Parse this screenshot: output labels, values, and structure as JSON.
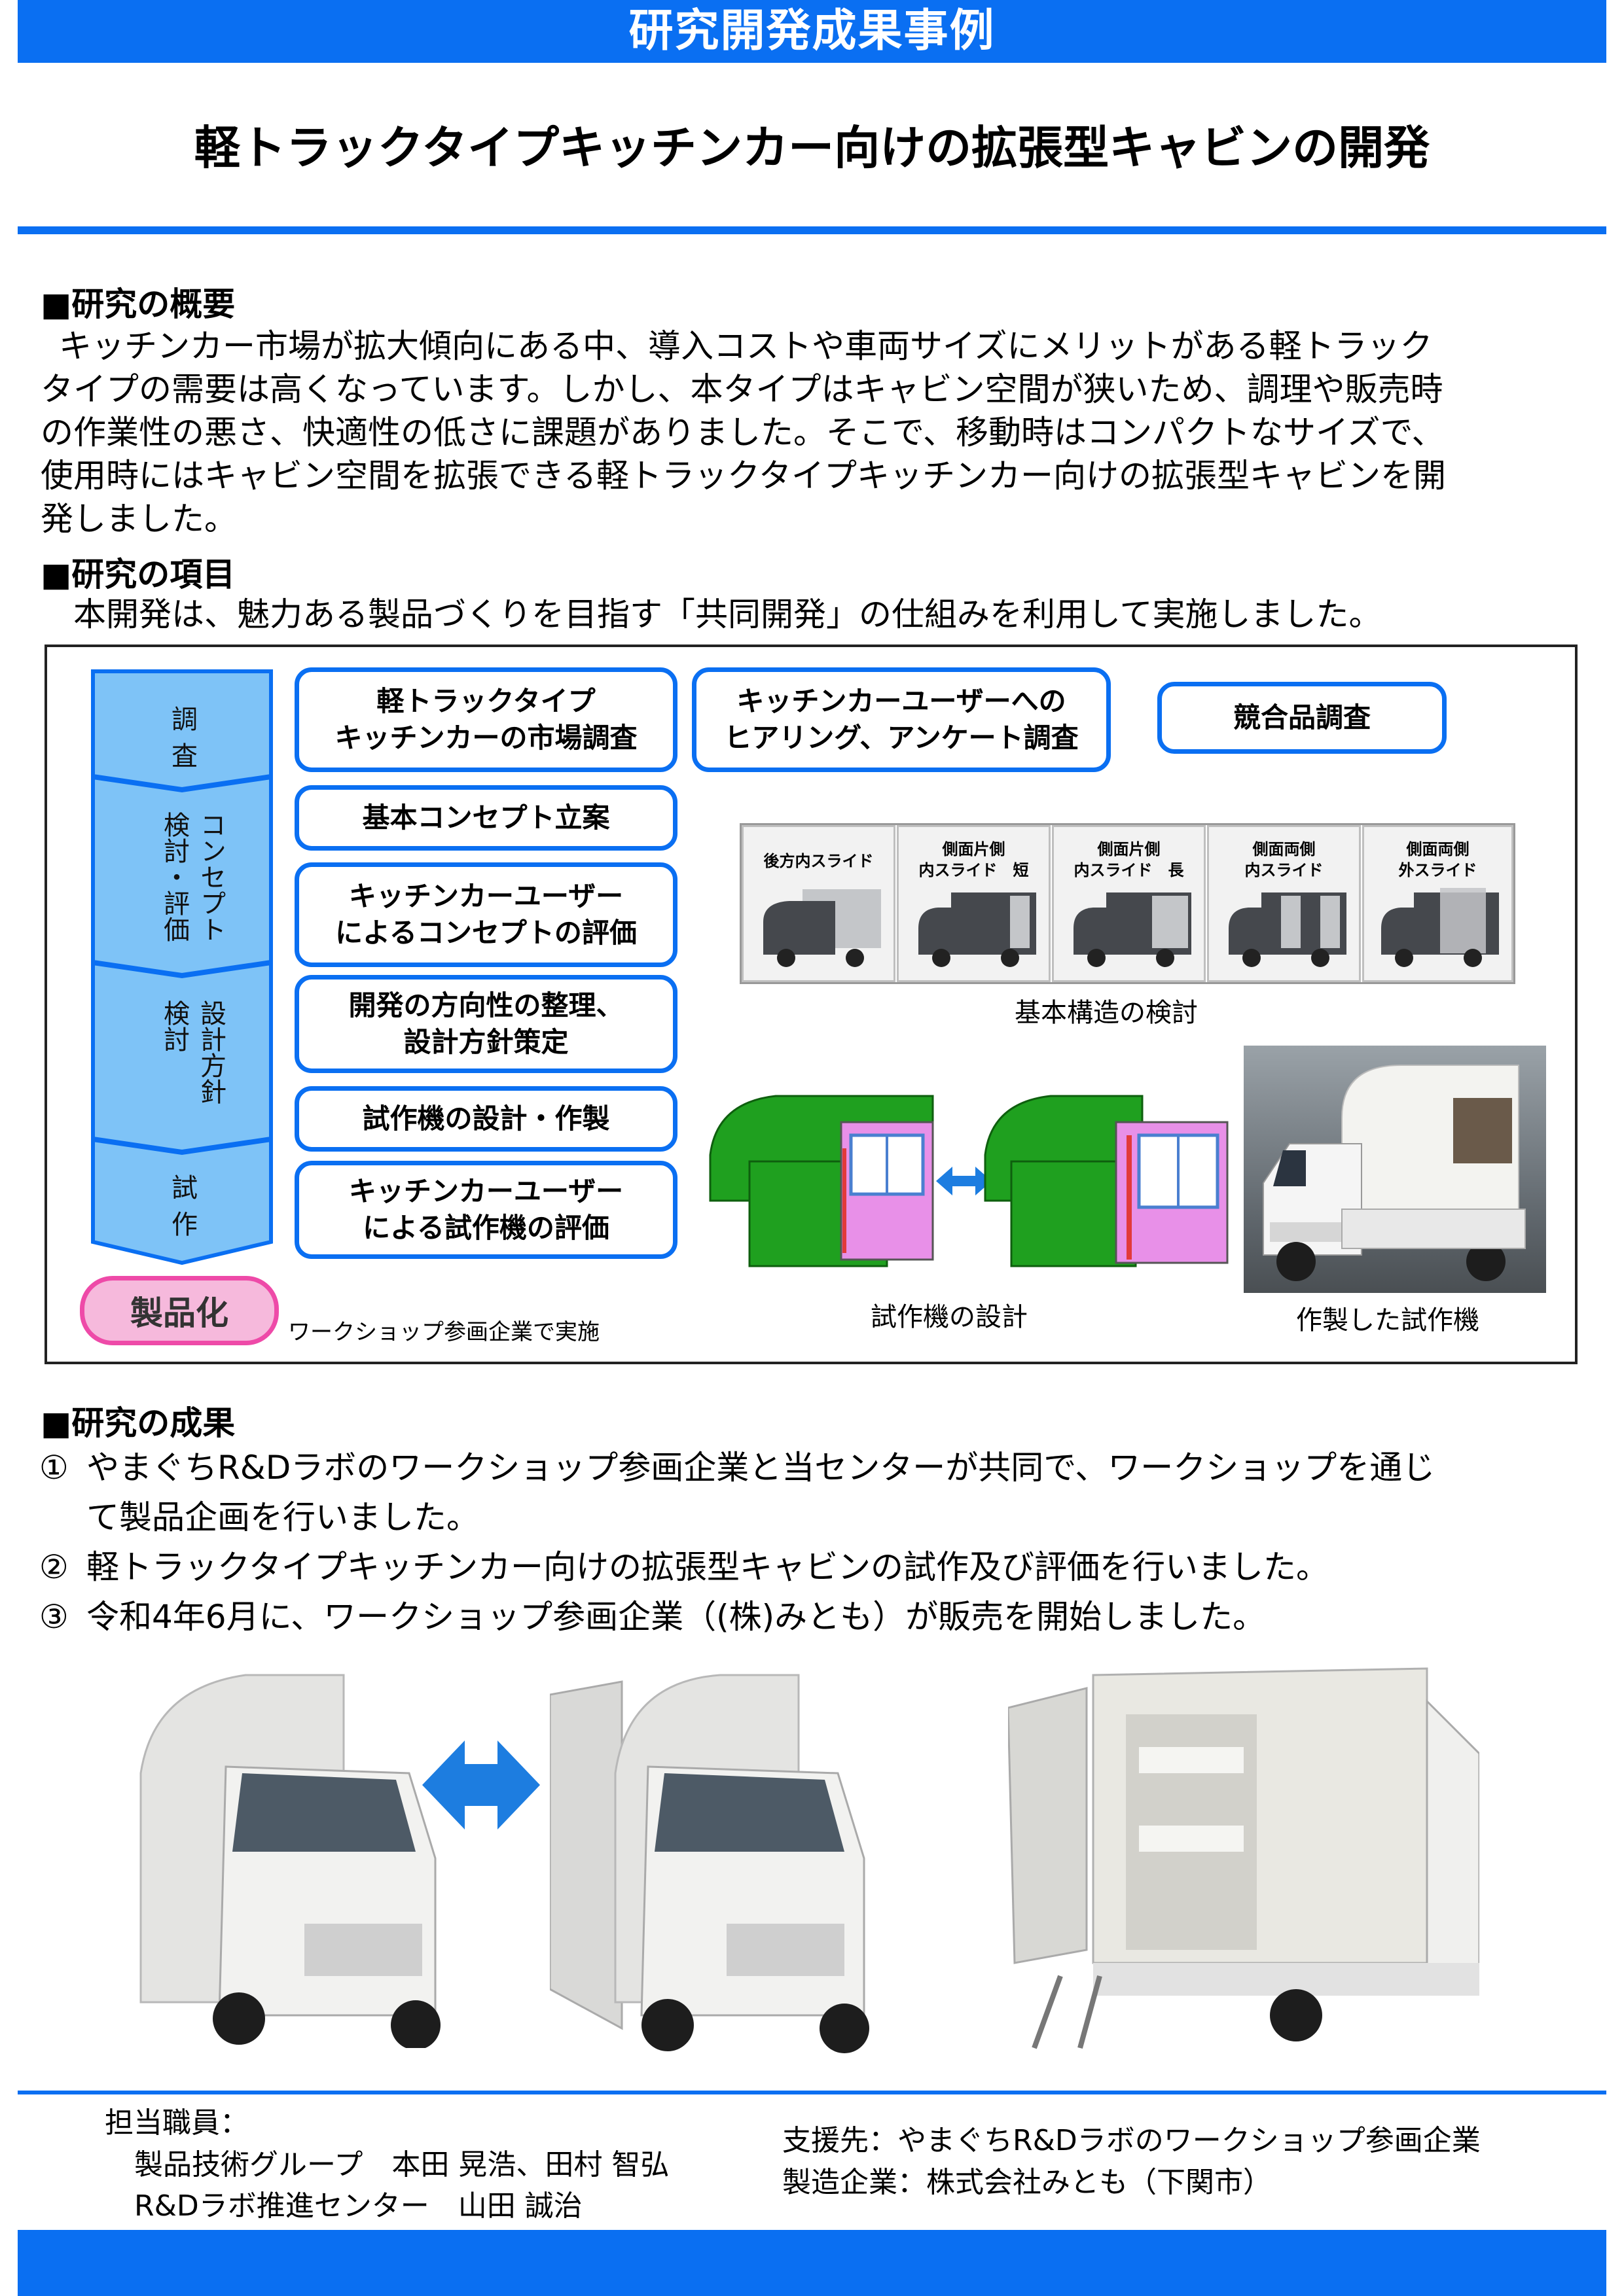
{
  "header": {
    "banner": "研究開発成果事例",
    "title": "軽トラックタイプキッチンカー向けの拡張型キャビンの開発"
  },
  "overview": {
    "heading": "■研究の概要",
    "lines": [
      "キッチンカー市場が拡大傾向にある中、導入コストや車両サイズにメリットがある軽トラック",
      "タイプの需要は高くなっています。しかし、本タイプはキャビン空間が狭いため、調理や販売時",
      "の作業性の悪さ、快適性の低さに課題がありました。そこで、移動時はコンパクトなサイズで、",
      "使用時にはキャビン空間を拡張できる軽トラックタイプキッチンカー向けの拡張型キャビンを開",
      "発しました。"
    ]
  },
  "items": {
    "heading": "■研究の項目",
    "text": "本開発は、魅力ある製品づくりを目指す「共同開発」の仕組みを利用して実施しました。"
  },
  "diagram": {
    "stages": [
      {
        "label": "調\n査"
      },
      {
        "label": "コンセプト\n検討・評価"
      },
      {
        "label": "設計方針\n検討"
      },
      {
        "label": "試\n作"
      }
    ],
    "boxes": {
      "market_research": "軽トラックタイプ\nキッチンカーの市場調査",
      "hearing": "キッチンカーユーザーへの\nヒアリング、アンケート調査",
      "competitor": "競合品調査",
      "concept": "基本コンセプト立案",
      "concept_eval": "キッチンカーユーザー\nによるコンセプトの評価",
      "direction": "開発の方向性の整理、\n設計方針策定",
      "prototype_design": "試作機の設計・作製",
      "prototype_eval": "キッチンカーユーザー\nによる試作機の評価"
    },
    "productization": "製品化",
    "productization_note": "ワークショップ参画企業で実施",
    "structure_cells": [
      "後方内スライド",
      "側面片側\n内スライド　短",
      "側面片側\n内スライド　長",
      "側面両側\n内スライド",
      "側面両側\n外スライド"
    ],
    "structure_caption": "基本構造の検討",
    "design_caption": "試作機の設計",
    "prototype_caption": "作製した試作機"
  },
  "results": {
    "heading": "■研究の成果",
    "items": [
      {
        "num": "①",
        "lines": [
          "やまぐちR&Dラボのワークショップ参画企業と当センターが共同で、ワークショップを通じ",
          "て製品企画を行いました。"
        ]
      },
      {
        "num": "②",
        "lines": [
          "軽トラックタイプキッチンカー向けの拡張型キャビンの試作及び評価を行いました。"
        ]
      },
      {
        "num": "③",
        "lines": [
          "令和4年6月に、ワークショップ参画企業（(株)みとも）が販売を開始しました。"
        ]
      }
    ]
  },
  "footer": {
    "staff_label": "担当職員：",
    "staff_1": "製品技術グループ　本田 晃浩、田村 智弘",
    "staff_2": "R&Dラボ推進センター　山田 誠治",
    "support": "支援先：やまぐちR&Dラボのワークショップ参画企業",
    "maker": "製造企業：株式会社みとも（下関市）"
  },
  "colors": {
    "accent": "#0a6ff2",
    "stage_fill": "#7ec3f7",
    "product_pink": "#f6b9dc",
    "product_border": "#ee4aa8",
    "cabin_green": "#1fa01f",
    "cabin_magenta": "#e890e8"
  }
}
